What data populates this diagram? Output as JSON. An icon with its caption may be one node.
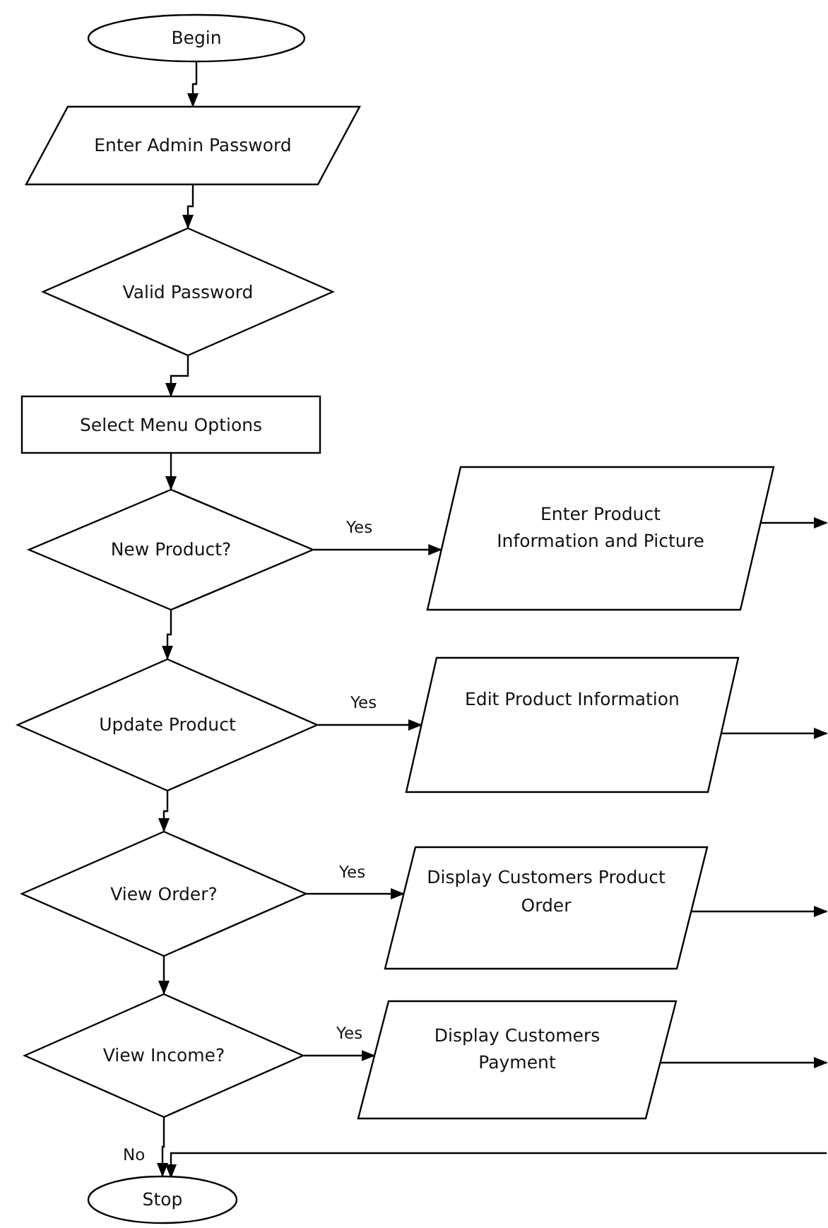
{
  "diagram": {
    "nodes": [
      {
        "text": [
          "Begin"
        ]
      },
      {
        "text": [
          "Enter Admin Password"
        ]
      },
      {
        "text": [
          "Valid Password"
        ]
      },
      {
        "text": [
          "Select Menu Options"
        ]
      },
      {
        "text": [
          "New Product?"
        ]
      },
      {
        "text": [
          "Enter Product Information and Picture"
        ]
      },
      {
        "text": [
          "Update Product"
        ]
      },
      {
        "text": [
          "Edit Product Information"
        ]
      },
      {
        "text": [
          "View Order?"
        ]
      },
      {
        "text": [
          "Display Customers Product Order"
        ]
      },
      {
        "text": [
          "View Income?"
        ]
      },
      {
        "text": [
          "Display Customers Payment"
        ]
      },
      {
        "text": [
          "Stop"
        ]
      }
    ],
    "edges": [
      {
        "from": 0,
        "to": 1,
        "arrow": "to"
      },
      {
        "from": 1,
        "to": 2,
        "arrow": "to"
      },
      {
        "from": 2,
        "to": 3,
        "arrow": "to"
      },
      {
        "from": 3,
        "to": 4,
        "arrow": "to"
      },
      {
        "from": 4,
        "to": 5,
        "arrow": "to",
        "label": "Yes"
      },
      {
        "from": 4,
        "to": 6,
        "arrow": "to"
      },
      {
        "from": 6,
        "to": 7,
        "arrow": "to",
        "label": "Yes"
      },
      {
        "from": 6,
        "to": 8,
        "arrow": "to"
      },
      {
        "from": 8,
        "to": 9,
        "arrow": "to",
        "label": "Yes"
      },
      {
        "from": 8,
        "to": 10,
        "arrow": "to"
      },
      {
        "from": 10,
        "to": 11,
        "arrow": "to",
        "label": "Yes"
      },
      {
        "from": 10,
        "to": 12,
        "arrow": "to",
        "label": "No"
      },
      {
        "from": 5,
        "to": null,
        "arrow": "to"
      },
      {
        "from": 7,
        "to": null,
        "arrow": "to"
      },
      {
        "from": 9,
        "to": null,
        "arrow": "to"
      },
      {
        "from": 11,
        "to": null,
        "arrow": "to"
      },
      {
        "from": null,
        "to": 12,
        "arrow": "to"
      }
    ]
  }
}
